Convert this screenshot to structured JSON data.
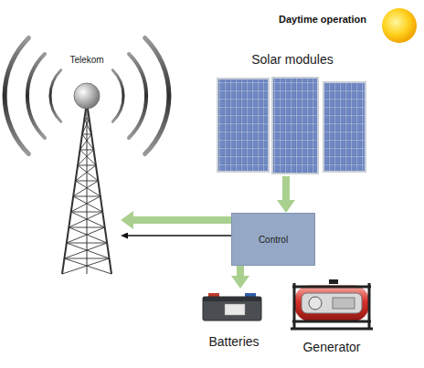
{
  "diagram": {
    "title": "Daytime operation",
    "nodes": [
      {
        "text": [
          "Telekom"
        ]
      },
      {
        "text": [
          "Solar modules"
        ]
      },
      {
        "text": [
          "Control"
        ]
      },
      {
        "text": [
          "Batteries"
        ]
      },
      {
        "text": [
          "Generator"
        ]
      }
    ],
    "edges": [
      {
        "from": 1,
        "to": 2,
        "arrow": "to"
      },
      {
        "from": 2,
        "to": 0,
        "arrow": "to"
      },
      {
        "from": 2,
        "to": 0,
        "arrow": "to"
      },
      {
        "from": 2,
        "to": 3,
        "arrow": "to"
      }
    ]
  }
}
